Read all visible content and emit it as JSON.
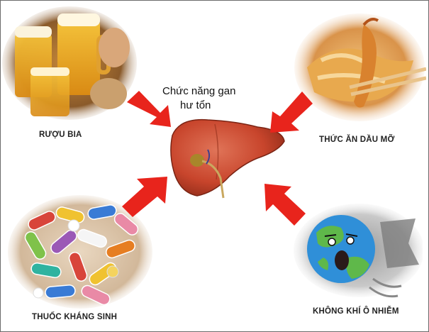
{
  "center": {
    "title_line1": "Chức năng gan",
    "title_line2": "hư tổn",
    "icon": "liver-icon"
  },
  "causes": [
    {
      "label": "RƯỢU BIA",
      "icon": "beer-icon"
    },
    {
      "label": "THỨC ĂN DẦU MỠ",
      "icon": "fried-food-icon"
    },
    {
      "label": "THUỐC KHÁNG SINH",
      "icon": "pills-icon"
    },
    {
      "label": "KHÔNG KHÍ Ô NHIỄM",
      "icon": "polluted-earth-icon"
    }
  ],
  "colors": {
    "arrow": "#e8241c",
    "liver": "#c8452c",
    "caption": "#222222"
  }
}
